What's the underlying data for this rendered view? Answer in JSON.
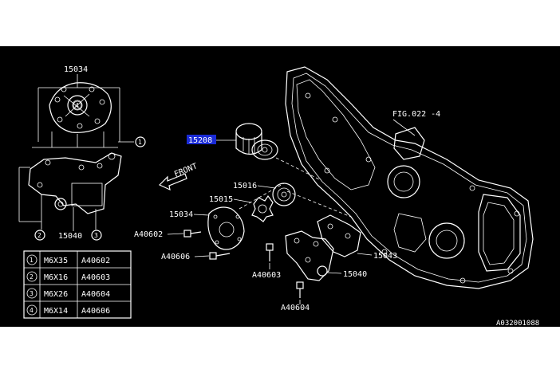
{
  "labels": {
    "part_15034_top": "15034",
    "part_15208": "15208",
    "fig_ref": "FIG.022 -4",
    "front": "FRONT",
    "part_15016": "15016",
    "part_15015": "15015",
    "part_15034": "15034",
    "part_a40602": "A40602",
    "part_a40606": "A40606",
    "part_a40603": "A40603",
    "part_a40604": "A40604",
    "part_15043": "15043",
    "part_15040": "15040",
    "part_15040_left": "15040",
    "callout_1": "1",
    "callout_2": "2",
    "callout_3": "3",
    "image_code": "A032001088"
  },
  "bolt_table": [
    {
      "num": "1",
      "size": "M6X35",
      "part": "A40602"
    },
    {
      "num": "2",
      "size": "M6X16",
      "part": "A40603"
    },
    {
      "num": "3",
      "size": "M6X26",
      "part": "A40604"
    },
    {
      "num": "4",
      "size": "M6X14",
      "part": "A40606"
    }
  ],
  "colors": {
    "background": "#000000",
    "line": "#ffffff",
    "highlight": "#1a2bd6"
  }
}
